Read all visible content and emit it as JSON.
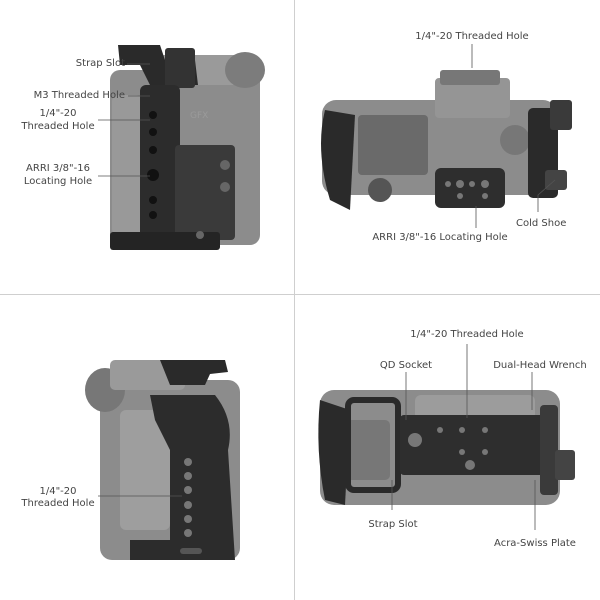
{
  "panels": {
    "top_left": {
      "labels": {
        "strap_slot": "Strap Slot",
        "m3_hole": "M3 Threaded Hole",
        "quarter_hole_line1": "1/4\"-20",
        "quarter_hole_line2": "Threaded Hole",
        "arri_line1": "ARRI 3/8\"-16",
        "arri_line2": "Locating Hole"
      },
      "engraving": "GFX"
    },
    "top_right": {
      "labels": {
        "quarter_hole": "1/4\"-20 Threaded Hole",
        "cold_shoe": "Cold Shoe",
        "arri_hole": "ARRI 3/8\"-16 Locating Hole"
      }
    },
    "bottom_left": {
      "labels": {
        "quarter_hole_line1": "1/4\"-20",
        "quarter_hole_line2": "Threaded Hole"
      }
    },
    "bottom_right": {
      "labels": {
        "quarter_hole": "1/4\"-20 Threaded Hole",
        "qd_socket": "QD Socket",
        "wrench": "Dual-Head Wrench",
        "strap_slot": "Strap Slot",
        "acra_plate": "Acra-Swiss Plate"
      }
    }
  },
  "colors": {
    "camera_body": "#8a8a8a",
    "cage_metal": "#2a2a2a",
    "divider": "#cfcfcf",
    "label_text": "#444444"
  }
}
